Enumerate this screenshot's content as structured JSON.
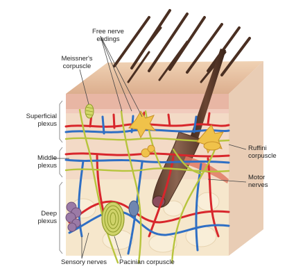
{
  "diagram": {
    "labels": {
      "free_nerve_endings_line1": "Free nerve",
      "free_nerve_endings_line2": "endings",
      "meissner_line1": "Meissner's",
      "meissner_line2": "corpuscle",
      "superficial_line1": "Superficial",
      "superficial_line2": "plexus",
      "middle_line1": "Middle",
      "middle_line2": "plexus",
      "deep_line1": "Deep",
      "deep_line2": "plexus",
      "ruffini_line1": "Ruffini",
      "ruffini_line2": "corpuscle",
      "motor_line1": "Motor",
      "motor_line2": "nerves",
      "sensory_nerves": "Sensory nerves",
      "pacinian_corpuscle": "Pacinian corpuscle"
    },
    "colors": {
      "hair": "#4a2f22",
      "epidermis_top": "#e8c3a2",
      "epidermis_front": "#e9b7a6",
      "dermis": "#f3dcc8",
      "hypodermis": "#f5e6c8",
      "artery": "#d8262c",
      "vein": "#2f6fc4",
      "nerve": "#b7c43c",
      "receptor": "#f0c24a"
    }
  }
}
